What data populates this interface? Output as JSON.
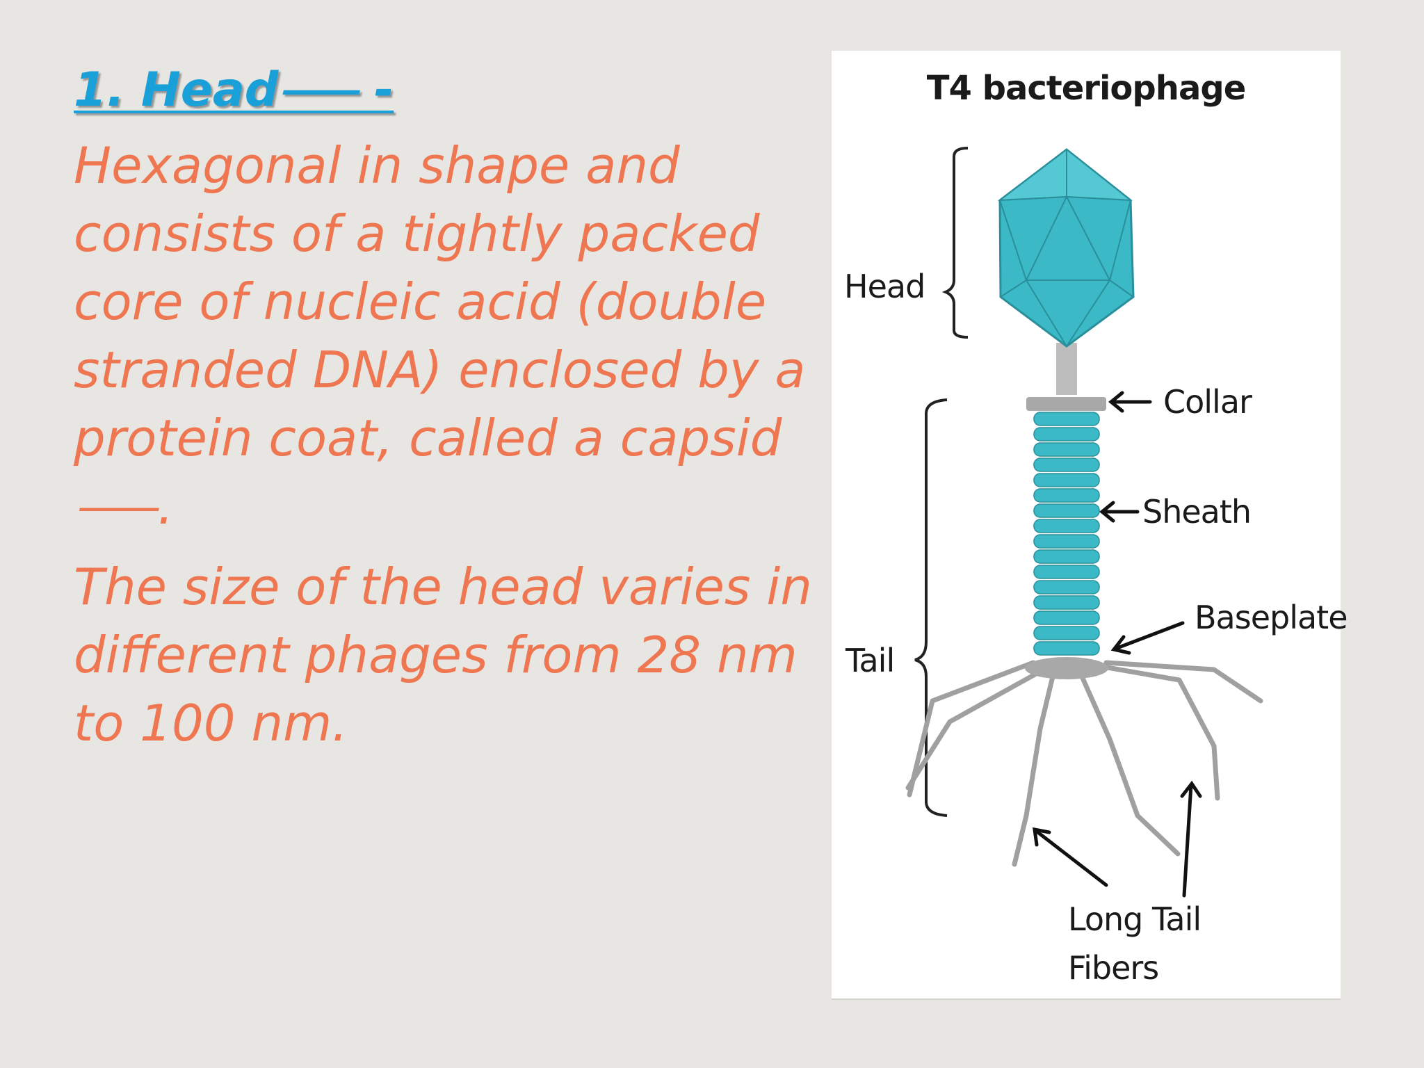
{
  "heading": "1. Head⸺ -",
  "paragraph_1": "Hexagonal in shape and consists of a tightly packed core of nucleic acid (double stranded DNA) enclosed by a protein coat, called a capsid⸺.",
  "paragraph_2": "The size of the head varies in different phages from 28 nm to 100 nm.",
  "figure": {
    "title": "T4 bacteriophage",
    "labels": {
      "head": "Head",
      "tail": "Tail",
      "collar": "Collar",
      "sheath": "Sheath",
      "baseplate": "Baseplate",
      "fibers_line1": "Long Tail",
      "fibers_line2": "Fibers"
    }
  },
  "colors": {
    "heading": "#1aa0d8",
    "body_text": "#ee7651",
    "capsid": "#3bb9c6",
    "slide_bg": "#e8e6e2"
  }
}
